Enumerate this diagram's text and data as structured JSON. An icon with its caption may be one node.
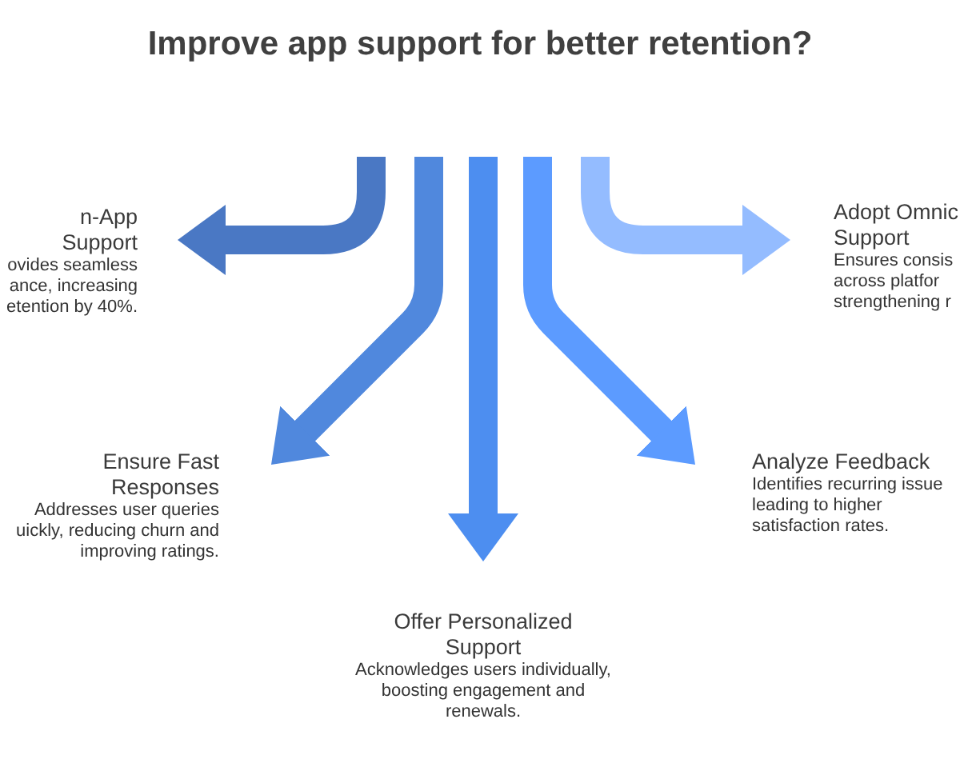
{
  "diagram": {
    "title": "Improve app support for better retention?",
    "nodes": [
      {
        "text": [
          "n-App Support",
          "ovides seamless ance, increasing etention by 40%."
        ]
      },
      {
        "text": [
          "Ensure Fast Responses",
          "Addresses user queries uickly, reducing churn and improving ratings."
        ]
      },
      {
        "text": [
          "Offer Personalized Support",
          "Acknowledges users individually, boosting engagement and renewals."
        ]
      },
      {
        "text": [
          "Analyze Feedback",
          "Identifies recurring issue leading to higher satisfaction rates."
        ]
      },
      {
        "text": [
          "Adopt Omnic Support",
          "Ensures consis across platfor strengthening r"
        ]
      }
    ],
    "edges": [
      {
        "from": null,
        "to": 0,
        "arrow": "to",
        "color": "#4a78c4"
      },
      {
        "from": null,
        "to": 1,
        "arrow": "to",
        "color": "#5088dd"
      },
      {
        "from": null,
        "to": 2,
        "arrow": "to",
        "color": "#4d8ef0"
      },
      {
        "from": null,
        "to": 3,
        "arrow": "to",
        "color": "#5c9bff"
      },
      {
        "from": null,
        "to": 4,
        "arrow": "to",
        "color": "#94bcff"
      }
    ]
  }
}
